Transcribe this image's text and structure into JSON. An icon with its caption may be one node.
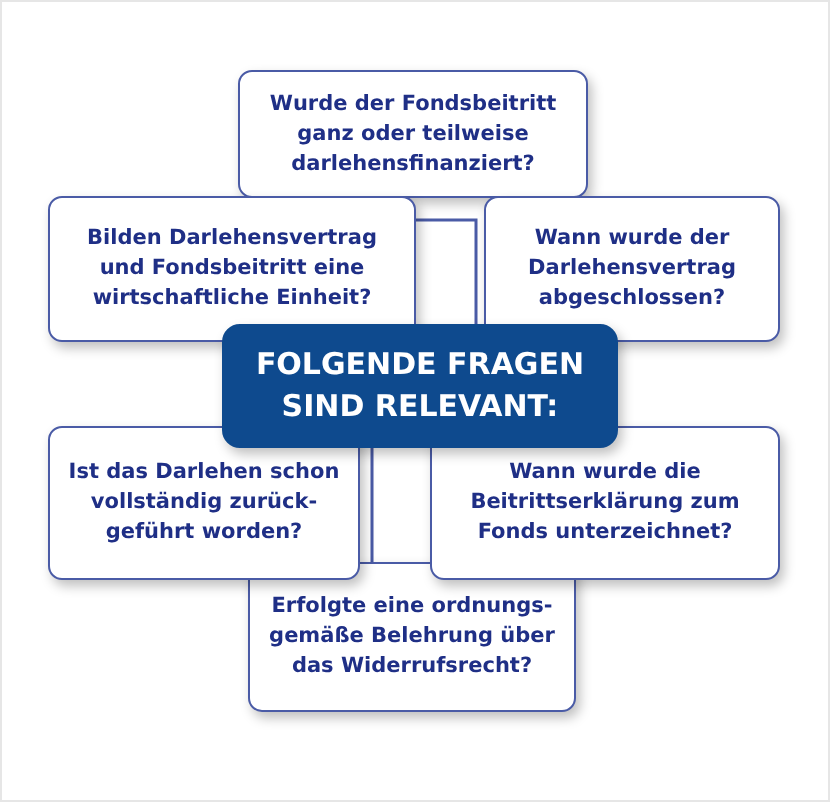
{
  "diagram": {
    "nodes": [
      {
        "text": [
          "Wurde der Fondsbeitritt ganz oder teilweise darlehensfinanziert?"
        ]
      },
      {
        "text": [
          "Bilden Darlehensvertrag und Fondsbeitritt eine wirtschaftliche Einheit?"
        ]
      },
      {
        "text": [
          "Wann wurde der Darlehensvertrag abgeschlossen?"
        ]
      },
      {
        "text": [
          "FOLGENDE FRAGEN SIND RELEVANT:"
        ]
      },
      {
        "text": [
          "Ist das Darlehen schon vollständig zurück-geführt worden?"
        ]
      },
      {
        "text": [
          "Wann wurde die Beitrittserklärung zum Fonds unterzeichnet?"
        ]
      },
      {
        "text": [
          "Erfolgte eine ordnungs-gemäße Belehrung über das Widerrufsrecht?"
        ]
      }
    ]
  }
}
